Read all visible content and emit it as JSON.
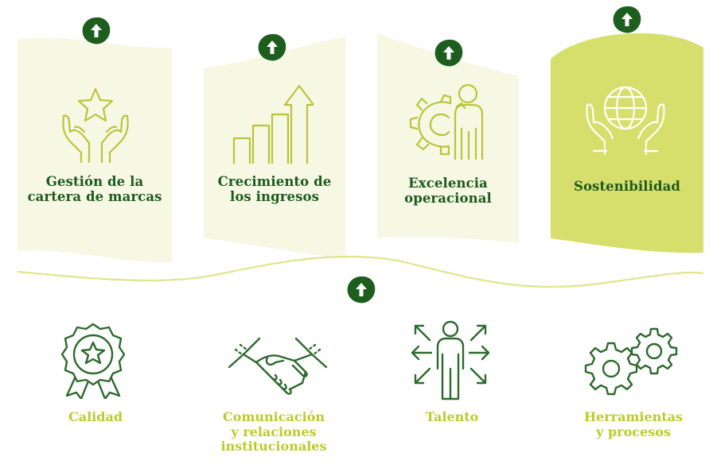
{
  "colors": {
    "dark_green": "#1d5e1f",
    "lime": "#b9cc2a",
    "pale_panel": "#f6f8e4",
    "highlight_panel": "#d6df6b",
    "pillar_icon_stroke": "#b9c43a",
    "enabler_icon_stroke": "#2d6a2d",
    "wave_line": "#dde58d"
  },
  "pillars": [
    {
      "icon": "hands-star-icon",
      "badge": "arrow-up-icon",
      "title_lines": [
        "Gestión de la",
        "cartera de marcas"
      ]
    },
    {
      "icon": "growth-chart-icon",
      "badge": "arrow-up-icon",
      "title_lines": [
        "Crecimiento de",
        "los ingresos"
      ]
    },
    {
      "icon": "gear-person-icon",
      "badge": "arrow-up-icon",
      "title_lines": [
        "Excelencia",
        "operacional"
      ]
    },
    {
      "icon": "hands-globe-icon",
      "badge": "arrow-up-icon",
      "title_lines": [
        "Sostenibilidad"
      ],
      "highlighted": true
    }
  ],
  "center_badge": "arrow-up-icon",
  "enablers": [
    {
      "icon": "quality-rosette-icon",
      "title_lines": [
        "Calidad"
      ]
    },
    {
      "icon": "handshake-icon",
      "title_lines": [
        "Comunicación",
        "y relaciones",
        "institucionales"
      ]
    },
    {
      "icon": "person-arrows-icon",
      "title_lines": [
        "Talento"
      ]
    },
    {
      "icon": "gears-icon",
      "title_lines": [
        "Herramientas",
        "y procesos"
      ]
    }
  ]
}
